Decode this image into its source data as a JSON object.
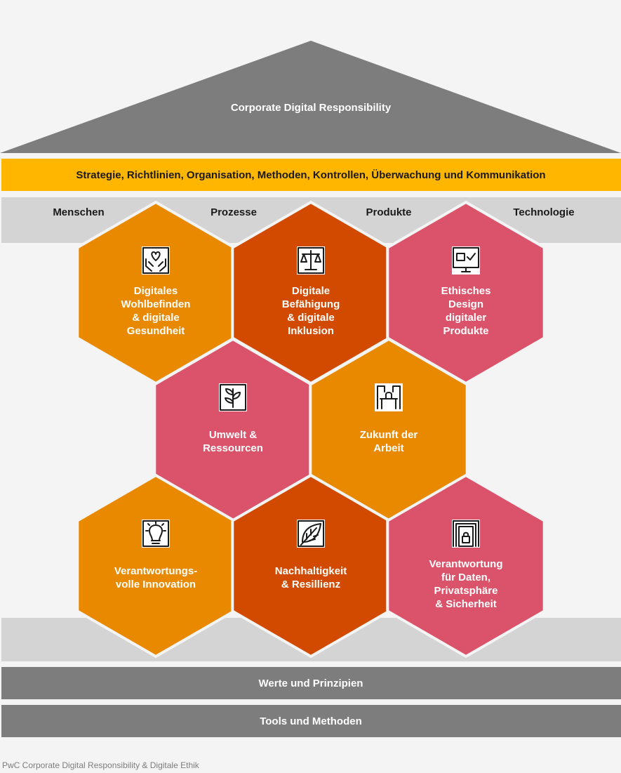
{
  "roof": {
    "title": "Corporate Digital Responsibility"
  },
  "strategy_band": {
    "text": "Strategie, Richtlinien, Organisation, Methoden, Kontrollen, Überwachung und Kommunikation"
  },
  "pillars": [
    "Menschen",
    "Prozesse",
    "Produkte",
    "Technologie"
  ],
  "hexagons": [
    {
      "icon": "hands-heart-icon",
      "color": "#e98900",
      "lines": [
        "Digitales",
        "Wohlbefinden",
        "& digitale",
        "Gesundheit"
      ]
    },
    {
      "icon": "scales-icon",
      "color": "#d24a00",
      "lines": [
        "Digitale",
        "Befähigung",
        "& digitale",
        "Inklusion"
      ]
    },
    {
      "icon": "monitor-check-icon",
      "color": "#db536a",
      "lines": [
        "Ethisches",
        "Design",
        "digitaler",
        "Produkte"
      ]
    },
    {
      "icon": "plant-icon",
      "color": "#db536a",
      "lines": [
        "Umwelt &",
        "Ressourcen"
      ]
    },
    {
      "icon": "workspace-icon",
      "color": "#e98900",
      "lines": [
        "Zukunft der",
        "Arbeit"
      ]
    },
    {
      "icon": "lightbulb-icon",
      "color": "#e98900",
      "lines": [
        "Verantwortungs-",
        "volle Innovation"
      ]
    },
    {
      "icon": "leaf-icon",
      "color": "#d24a00",
      "lines": [
        "Nachhaltigkeit",
        "& Resillienz"
      ]
    },
    {
      "icon": "data-lock-icon",
      "color": "#db536a",
      "lines": [
        "Verantwortung",
        "für Daten,",
        "Privatsphäre",
        "& Sicherheit"
      ]
    }
  ],
  "base_bands": [
    "Werte und Prinzipien",
    "Tools und Methoden"
  ],
  "footer": "PwC Corporate Digital Responsibility & Digitale Ethik",
  "colors": {
    "roof": "#7d7d7d",
    "band_yellow": "#ffb600",
    "pillar_grey": "#d4d4d4",
    "base_grey": "#7d7d7d",
    "text_dark": "#1a1a1a",
    "white": "#ffffff"
  }
}
